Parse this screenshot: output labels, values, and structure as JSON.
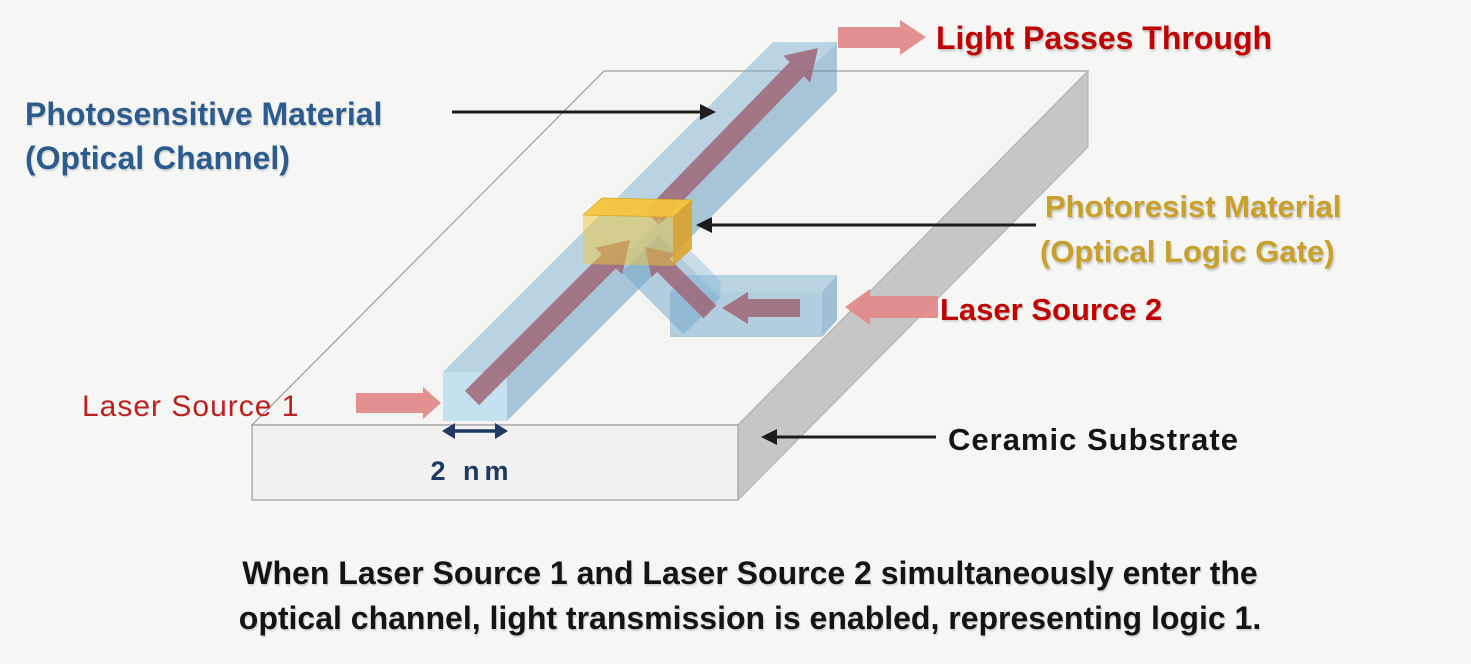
{
  "labels": {
    "photosensitive": {
      "line1": "Photosensitive Material",
      "line2": "(Optical Channel)"
    },
    "light_passes_through": "Light Passes Through",
    "photoresist": {
      "line1": "Photoresist Material",
      "line2": "(Optical Logic Gate)"
    },
    "laser_source_2": "Laser Source 2",
    "laser_source_1": "Laser Source 1",
    "ceramic_substrate": "Ceramic Substrate",
    "channel_width": "2 nm"
  },
  "caption": {
    "line1": "When Laser Source 1 and Laser Source 2 simultaneously enter the",
    "line2": "optical channel, light transmission is enabled, representing logic 1."
  },
  "colors": {
    "background": "#f6f6f4",
    "label_blue": "#2c5c8e",
    "label_red": "#c00000",
    "label_red_light": "#bc2020",
    "label_gold": "#c8a02a",
    "label_navy": "#1f3864",
    "label_black": "#141414",
    "substrate_top": "#f4f4f2",
    "substrate_front": "#f1f1ef",
    "substrate_side": "#c6c6c6",
    "substrate_edge": "#9e9e9e",
    "channel_top": "#7db2d4",
    "channel_front": "#bcdcee",
    "channel_side": "#5b93bb",
    "junction_front": "#6fa6ca",
    "junction_top": "#9cc4de",
    "beam": "#9d6577",
    "pink_arrow": "#e08a8a",
    "box_top": "#f6c33c",
    "box_front": "#eec83e",
    "box_side": "#dca121",
    "arrow_black": "#1d1d1d"
  }
}
